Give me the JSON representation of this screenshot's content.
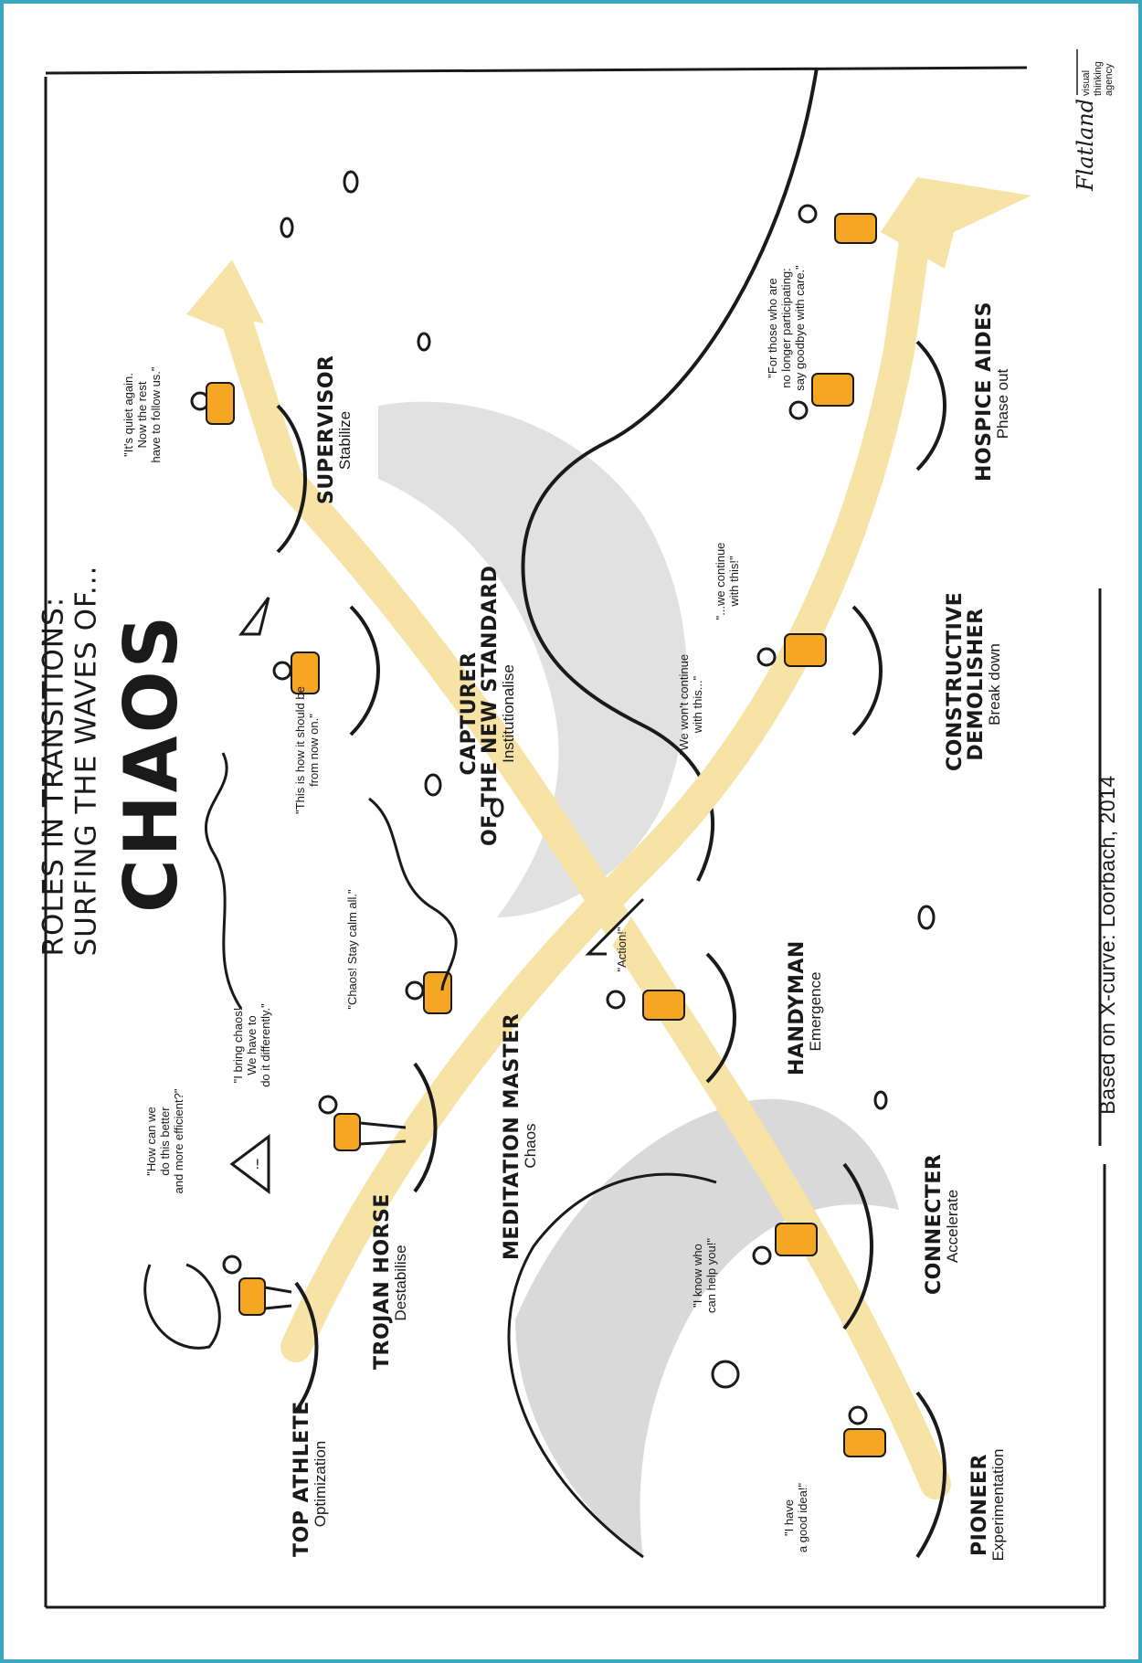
{
  "title": {
    "line1": "ROLES IN TRANSITIONS:",
    "line2": "SURFING THE WAVES OF...",
    "main": "CHAOS"
  },
  "credit": "Based on X-curve: Loorbach, 2014",
  "logo": {
    "signature": "Flatland",
    "text_lines": [
      "visual",
      "thinking",
      "agency"
    ]
  },
  "roles": [
    {
      "name": "TOP ATHLETE",
      "subtitle": "Optimization",
      "quote": "\"How can we\ndo this better\nand more efficient?\""
    },
    {
      "name": "TROJAN HORSE",
      "subtitle": "Destabilise",
      "quote": "\"I bring chaos!\nWe have to\ndo it differently.\""
    },
    {
      "name": "MEDITATION MASTER",
      "subtitle": "Chaos",
      "quote": "\"Chaos! Stay calm all.\""
    },
    {
      "name": "CAPTURER\nOF THE NEW STANDARD",
      "subtitle": "Institutionalise",
      "quote": "\"This is how it should be\nfrom now on.\""
    },
    {
      "name": "SUPERVISOR",
      "subtitle": "Stabilize",
      "quote": "\"It's quiet again.\nNow the rest\nhave to follow us.\""
    },
    {
      "name": "PIONEER",
      "subtitle": "Experimentation",
      "quote": "\"I have\na good idea!\""
    },
    {
      "name": "CONNECTER",
      "subtitle": "Accelerate",
      "quote": "\"I know who\ncan help you!\""
    },
    {
      "name": "HANDYMAN",
      "subtitle": "Emergence",
      "quote": "\"Action!\""
    },
    {
      "name": "CONSTRUCTIVE\nDEMOLISHER",
      "subtitle": "Break down",
      "quote": "\"We won't continue\nwith this...\"",
      "quote2": "\"...we continue\nwith this!\""
    },
    {
      "name": "HOSPICE AIDES",
      "subtitle": "Phase out",
      "quote": "\"For those who are\nno longer participating:\nsay goodbye with care.\""
    }
  ],
  "colors": {
    "frame": "#3aa7bf",
    "arrow": "#f7e3a6",
    "shorts": "#f5a623",
    "ink": "#1a1a1a",
    "wave": "#cfcfcf"
  }
}
